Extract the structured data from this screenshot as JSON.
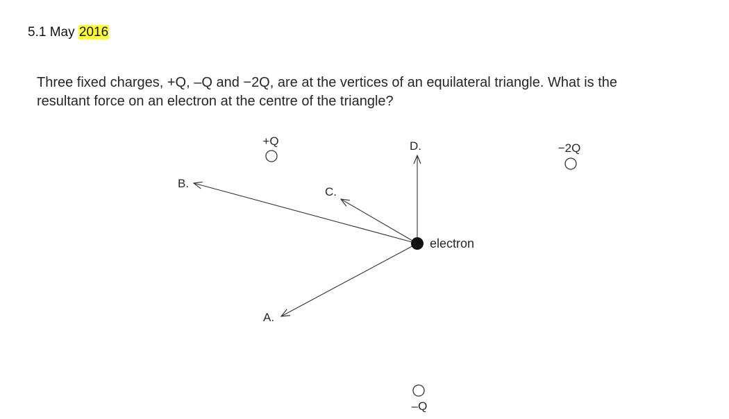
{
  "heading": {
    "number": "5.1 May",
    "year": "2016",
    "year_highlight_color": "#ffff33"
  },
  "question": {
    "line1": "Three fixed charges, +Q, –Q and −2Q, are at the vertices of an equilateral triangle.  What is the",
    "line2": "resultant force on an electron at the centre of the triangle?"
  },
  "diagram": {
    "charges": {
      "plus_q": "+Q",
      "minus_q": "–Q",
      "minus_2q": "−2Q"
    },
    "electron_label": "electron",
    "options": {
      "a": "A.",
      "b": "B.",
      "c": "C.",
      "d": "D."
    }
  }
}
